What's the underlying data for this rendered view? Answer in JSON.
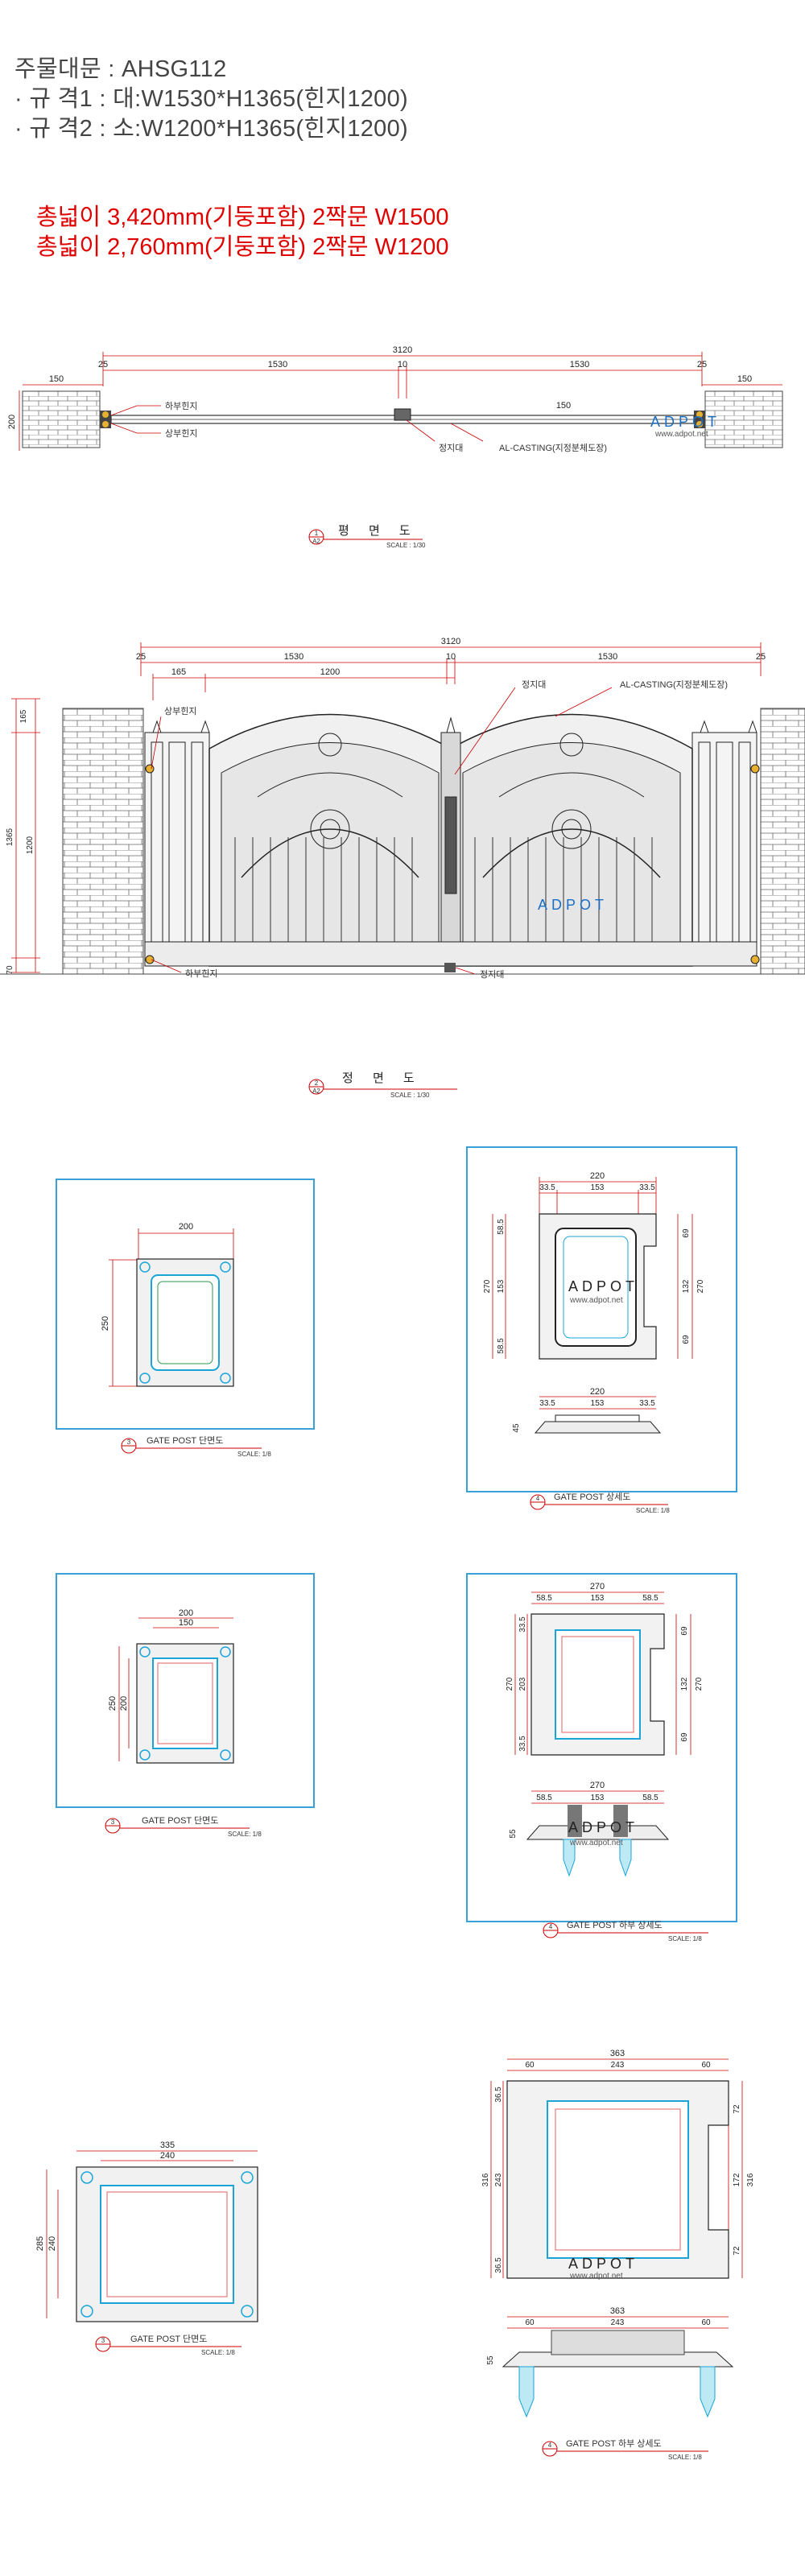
{
  "header": {
    "line1": "주물대문 : AHSG112",
    "line2": "· 규 격1 : 대:W1530*H1365(힌지1200)",
    "line3": "· 규 격2 : 소:W1200*H1365(힌지1200)"
  },
  "notes": {
    "line1": "총넓이 3,420mm(기둥포함) 2짝문 W1500",
    "line2": "총넓이 2,760mm(기둥포함) 2짝문 W1200"
  },
  "colors": {
    "red": "#e00000",
    "dim": "#cc0000",
    "cyan": "#1aa5d8",
    "green": "#2a9a4a"
  },
  "plan": {
    "total": "3120",
    "left_post": "150",
    "right_post": "150",
    "gap_l": "25",
    "gap_r": "25",
    "leaf_l": "1530",
    "center": "10",
    "leaf_r": "1530",
    "inner": "150",
    "height_side": "200",
    "lower_hinge": "하부힌지",
    "upper_hinge": "상부힌지",
    "stopper": "정지대",
    "casting": "AL-CASTING(지정분체도장)",
    "brand": "ADPOT",
    "url": "www.adpot.net",
    "title_num": "1",
    "title_sub": "A2",
    "title": "평 면 도",
    "scale": "SCALE : 1/30"
  },
  "front": {
    "total": "3120",
    "gap_l": "25",
    "leaf_l": "1530",
    "center": "10",
    "leaf_r": "1530",
    "gap_r": "25",
    "inner_165": "165",
    "inner_1200": "1200",
    "v_165": "165",
    "v_1365": "1365",
    "v_1200": "1200",
    "v_70": "70",
    "upper_hinge": "상부힌지",
    "lower_hinge": "하부힌지",
    "stopper": "정지대",
    "stopper2": "정지대",
    "casting": "AL-CASTING(지정분체도장)",
    "brand": "ADPOT",
    "title_num": "2",
    "title_sub": "A2",
    "title": "정 면 도",
    "scale": "SCALE : 1/30"
  },
  "sec1": {
    "w": "200",
    "h": "250",
    "num": "3",
    "title": "GATE POST 단면도",
    "scale": "SCALE: 1/8"
  },
  "det1": {
    "w_top": "220",
    "a": "33.5",
    "b": "153",
    "c": "33.5",
    "h": "270",
    "h1": "58.5",
    "h2": "153",
    "h3": "58.5",
    "r1": "69",
    "r2": "132",
    "r3": "69",
    "rh": "270",
    "w_bot": "220",
    "ba": "33.5",
    "bb": "153",
    "bc": "33.5",
    "bh": "45",
    "brand": "ADPOT",
    "url": "www.adpot.net",
    "num": "4",
    "title": "GATE POST 상세도",
    "scale": "SCALE: 1/8"
  },
  "sec2": {
    "w": "200",
    "w2": "150",
    "h": "250",
    "h2": "200",
    "num": "3",
    "title": "GATE POST 단면도",
    "scale": "SCALE: 1/8"
  },
  "det2": {
    "w_top": "270",
    "a": "58.5",
    "b": "153",
    "c": "58.5",
    "h": "270",
    "h1": "33.5",
    "h2": "203",
    "h3": "33.5",
    "r1": "69",
    "r2": "132",
    "r3": "69",
    "rh": "270",
    "w_bot": "270",
    "ba": "58.5",
    "bb": "153",
    "bc": "58.5",
    "bh": "55",
    "brand": "ADPOT",
    "url": "www.adpot.net",
    "num": "4",
    "title": "GATE POST 하부 상세도",
    "scale": "SCALE: 1/8"
  },
  "sec3": {
    "w": "335",
    "w2": "240",
    "h": "285",
    "h2": "240",
    "num": "3",
    "title": "GATE POST 단면도",
    "scale": "SCALE: 1/8"
  },
  "det3": {
    "w_top": "363",
    "a": "60",
    "b": "243",
    "c": "60",
    "h": "316",
    "h1": "36.5",
    "h2": "243",
    "h3": "36.5",
    "r1": "72",
    "r2": "172",
    "r3": "72",
    "rh": "316",
    "w_bot": "363",
    "ba": "60",
    "bb": "243",
    "bc": "60",
    "bh": "55",
    "brand": "ADPOT",
    "url": "www.adpot.net",
    "num": "4",
    "title": "GATE POST 하부 상세도",
    "scale": "SCALE: 1/8"
  }
}
